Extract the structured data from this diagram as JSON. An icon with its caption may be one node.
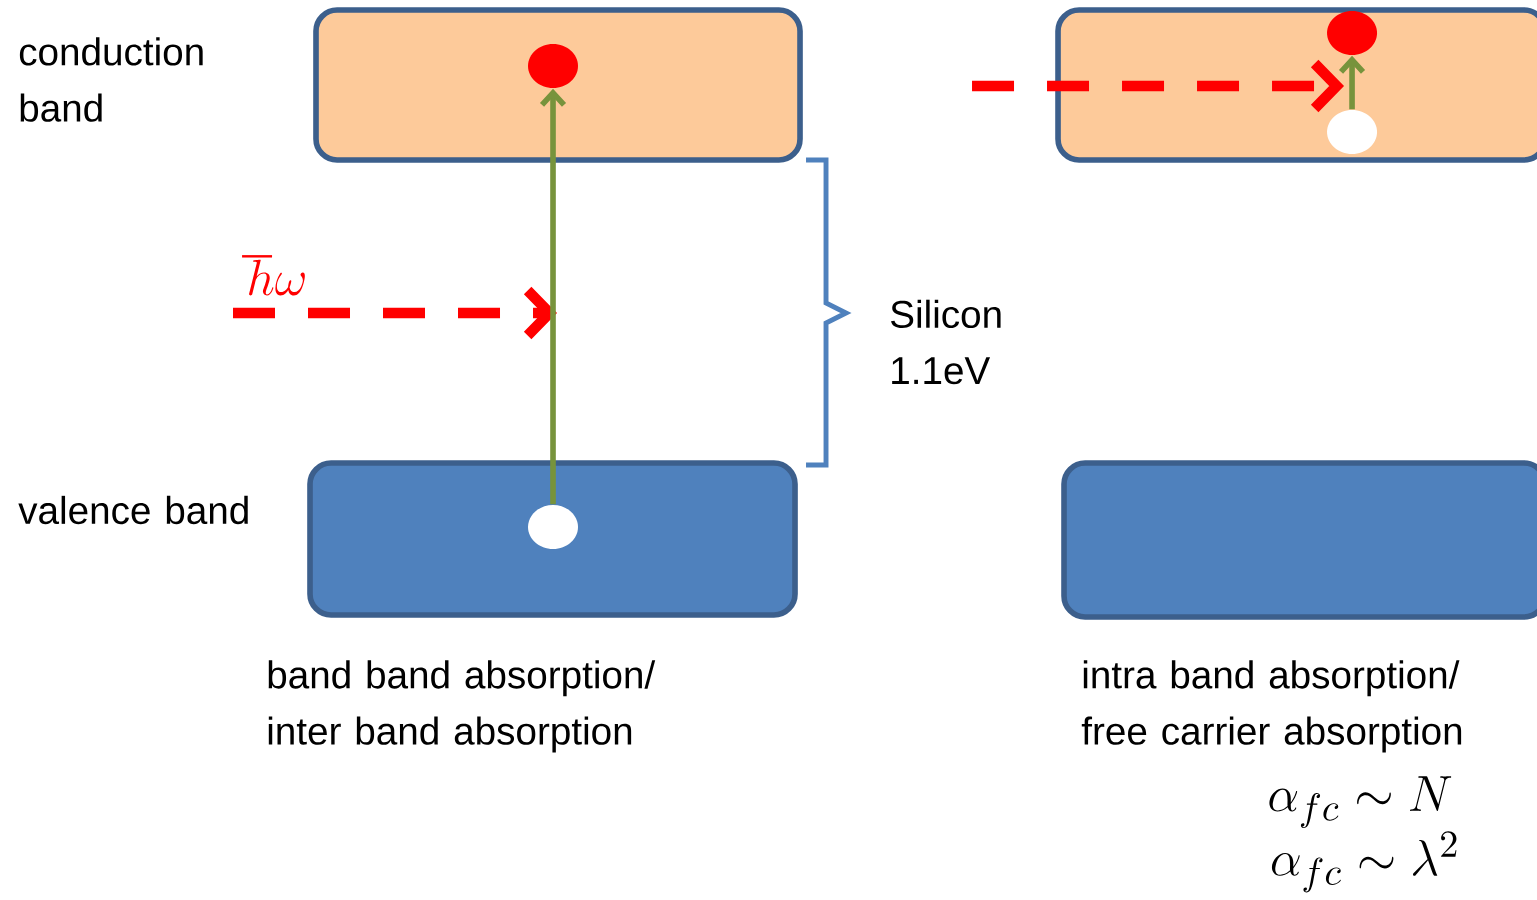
{
  "diagram": {
    "nodes": [
      {
        "text": [],
        "shape": "box"
      },
      {
        "text": [],
        "shape": "circle",
        "in": 0
      },
      {
        "text": [],
        "shape": "box"
      },
      {
        "text": [],
        "shape": "circle",
        "in": 2
      },
      {
        "text": [],
        "shape": "box"
      },
      {
        "text": [],
        "shape": "circle",
        "in": 4
      },
      {
        "text": [],
        "shape": "circle",
        "in": 4
      },
      {
        "text": [],
        "shape": "box"
      }
    ],
    "edges": [
      {
        "from": 3,
        "to": 1,
        "arrow": "to"
      },
      {
        "from": 6,
        "to": 5,
        "arrow": "to"
      }
    ],
    "labels": [
      "conduction band",
      "\\hbar\\omega",
      "Silicon 1.1eV",
      "valence band",
      "band band absorption/ inter band absorption",
      "intra band absorption/ free carrier absorption",
      "\\alpha_{fc}\\sim N",
      "\\alpha_{fc}\\sim\\lambda^2"
    ]
  }
}
